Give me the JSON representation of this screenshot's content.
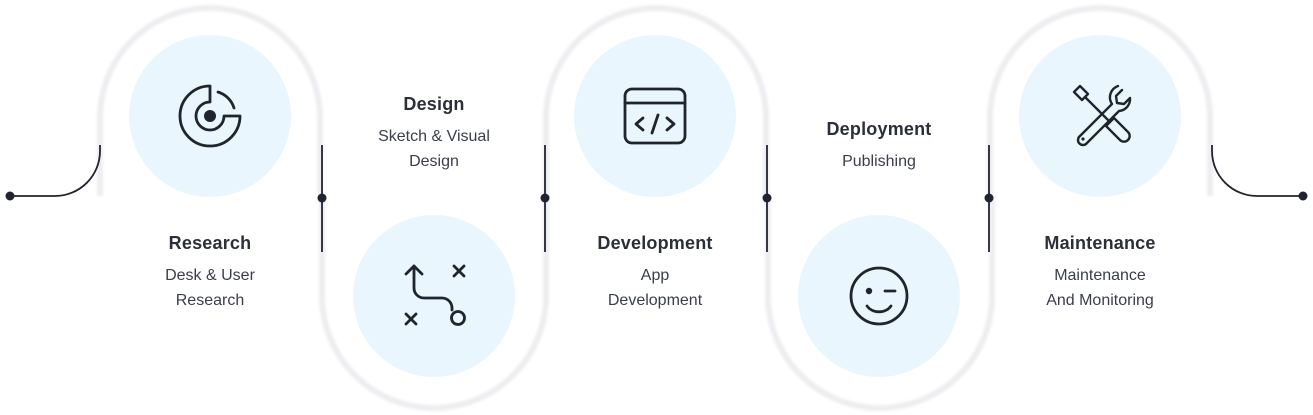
{
  "steps": [
    {
      "title": "Research",
      "subtitle_lines": [
        "Desk & User",
        "Research"
      ],
      "icon": "radar-icon"
    },
    {
      "title": "Design",
      "subtitle_lines": [
        "Sketch & Visual",
        "Design"
      ],
      "icon": "route-path-icon"
    },
    {
      "title": "Development",
      "subtitle_lines": [
        "App",
        "Development"
      ],
      "icon": "code-window-icon"
    },
    {
      "title": "Deployment",
      "subtitle_lines": [
        "Publishing"
      ],
      "icon": "wink-smiley-icon"
    },
    {
      "title": "Maintenance",
      "subtitle_lines": [
        "Maintenance",
        "And Monitoring"
      ],
      "icon": "wrench-screwdriver-icon"
    }
  ],
  "colors": {
    "line": "#1f2430",
    "icon": "#1f2430",
    "circle_fill": "#e9f6fd",
    "ring": "#f1f1f3",
    "text": "#2b2f3a"
  }
}
